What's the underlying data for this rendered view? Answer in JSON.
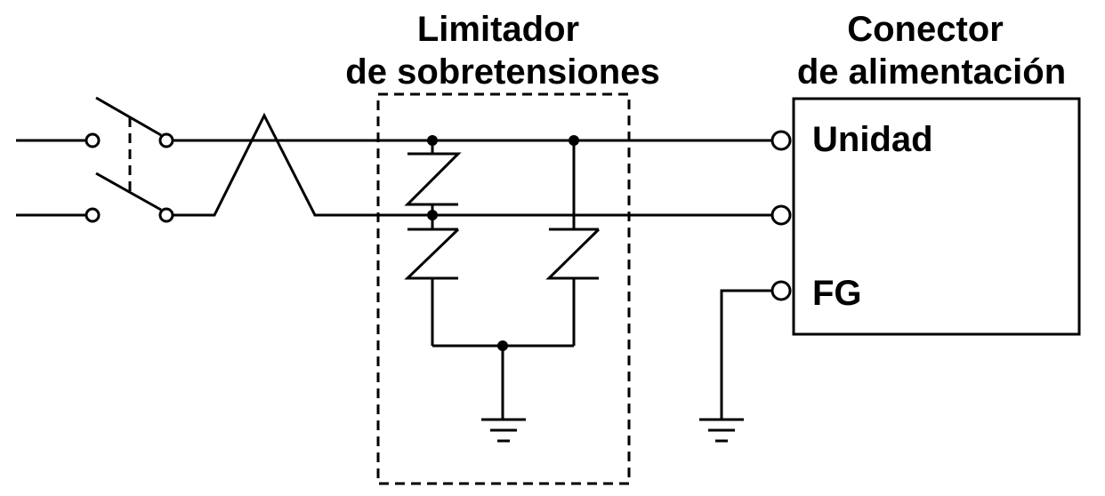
{
  "labels": {
    "limiter_title_line1": "Limitador",
    "limiter_title_line2": "de sobretensiones",
    "connector_title_line1": "Conector",
    "connector_title_line2": "de alimentación",
    "terminal_unit": "Unidad",
    "terminal_fg": "FG"
  }
}
